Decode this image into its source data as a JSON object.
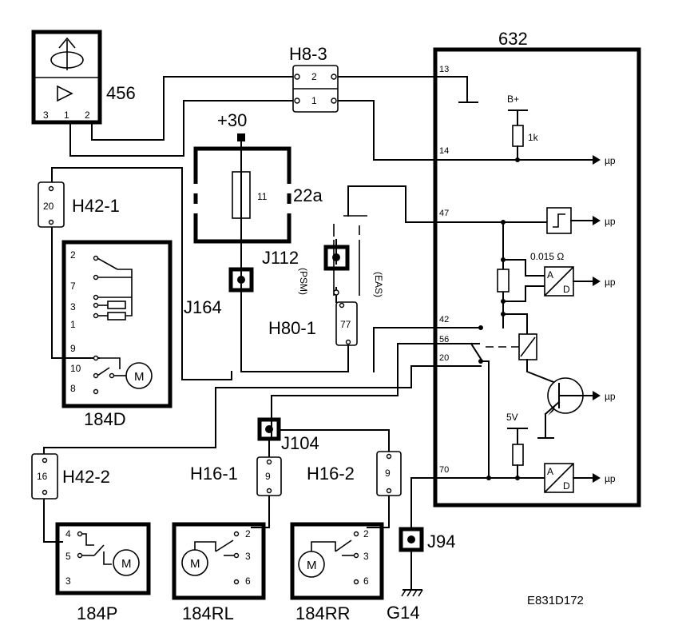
{
  "components": {
    "sensor": "456",
    "sensor_pins": [
      "3",
      "1",
      "2"
    ],
    "connector_h8": "H8-3",
    "connector_h8_pins": [
      "2",
      "1"
    ],
    "ecu": "632",
    "ecu_pins": [
      "13",
      "14",
      "47",
      "42",
      "56",
      "20",
      "70"
    ],
    "supply": "+30",
    "fuse_box": "22a",
    "fuse_no": "11",
    "j112": "J112",
    "j164": "J164",
    "psm": "(PSM)",
    "eas": "(EAS)",
    "h80": "H80-1",
    "h80_pin": "77",
    "h42_1": "H42-1",
    "h42_1_pin": "20",
    "h42_2": "H42-2",
    "h42_2_pin": "16",
    "motor_d": "184D",
    "motor_d_pins": [
      "2",
      "7",
      "3",
      "1",
      "9",
      "10",
      "8"
    ],
    "motor_symbol": "M",
    "j104": "J104",
    "h16_1": "H16-1",
    "h16_1_pin": "9",
    "h16_2": "H16-2",
    "h16_2_pin": "9",
    "motor_p": "184P",
    "motor_p_pins": [
      "4",
      "5",
      "3"
    ],
    "motor_rl": "184RL",
    "motor_rl_pins": [
      "2",
      "3",
      "6"
    ],
    "motor_rr": "184RR",
    "motor_rr_pins": [
      "2",
      "3",
      "6"
    ],
    "j94": "J94",
    "ground": "G14",
    "diagram_id": "E831D172"
  },
  "ecu_internal": {
    "bplus": "B+",
    "resistor": "1k",
    "shunt": "0.015 Ω",
    "five_v": "5V",
    "mu": "µp",
    "ad_a": "A",
    "ad_d": "D"
  }
}
